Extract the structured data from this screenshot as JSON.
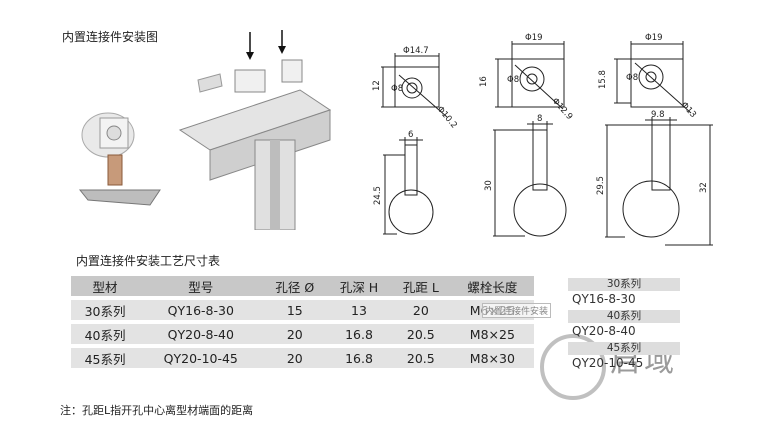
{
  "page": {
    "title": "内置连接件安装图",
    "table_title": "内置连接件安装工艺尺寸表",
    "note": "注：孔距L指开孔中心离型材端面的距离"
  },
  "drawings": {
    "top": [
      {
        "phi_top": "Φ14.7",
        "hole": "Φ8",
        "height": "12",
        "diag": "Φ10.2"
      },
      {
        "phi_top": "Φ19",
        "hole": "Φ8",
        "height": "16",
        "diag": "Φ12.9"
      },
      {
        "phi_top": "Φ19",
        "hole": "Φ8",
        "height": "15.8",
        "diag": "Φ13"
      }
    ],
    "bottom": [
      {
        "stem": "6",
        "total": "24.5"
      },
      {
        "stem": "8",
        "total": "30"
      },
      {
        "stem": "9.8",
        "total": "29.5",
        "side": "32"
      }
    ]
  },
  "table": {
    "headers": [
      "型材",
      "型号",
      "孔径 Ø",
      "孔深 H",
      "孔距 L",
      "螺栓长度"
    ],
    "rows": [
      [
        "30系列",
        "QY16-8-30",
        "15",
        "13",
        "20",
        "M6×25"
      ],
      [
        "40系列",
        "QY20-8-40",
        "20",
        "16.8",
        "20.5",
        "M8×25"
      ],
      [
        "45系列",
        "QY20-10-45",
        "20",
        "16.8",
        "20.5",
        "M8×30"
      ]
    ]
  },
  "side_list": [
    {
      "header": "30系列",
      "value": "QY16-8-30"
    },
    {
      "header": "40系列",
      "value": "QY20-8-40"
    },
    {
      "header": "45系列",
      "value": "QY20-10-45"
    }
  ],
  "overlay_badge": "内置连接件安装",
  "watermark": "启域"
}
